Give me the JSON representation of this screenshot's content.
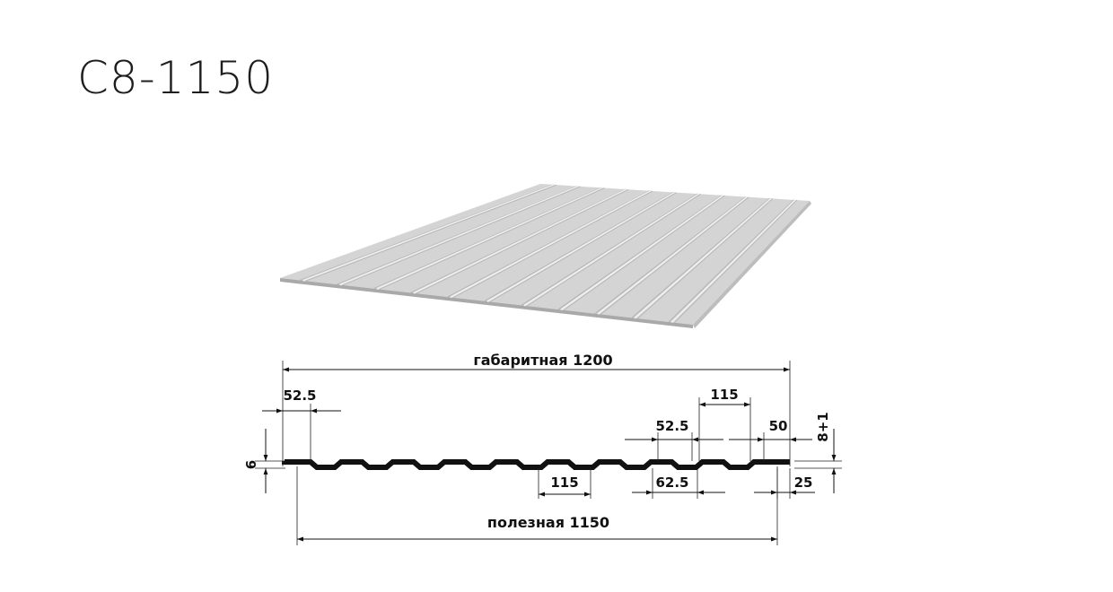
{
  "title": "С8-1150",
  "colors": {
    "sheet_top": "#d4d4d4",
    "sheet_edge": "#a9a9a9",
    "rib_light": "#eeeeee",
    "rib_shadow": "#b6b6b6",
    "profile": "#111111"
  },
  "dimensions": {
    "overall": "габаритная 1200",
    "useful": "полезная 1150",
    "edge_width": "52.5",
    "rib_pitch_top": "115",
    "rib_top": "52.5",
    "end_flange": "50",
    "height_total": "8+1",
    "height_left": "6",
    "rib_pitch_bottom": "115",
    "rib_bottom": "62.5",
    "end_overhang": "25"
  }
}
